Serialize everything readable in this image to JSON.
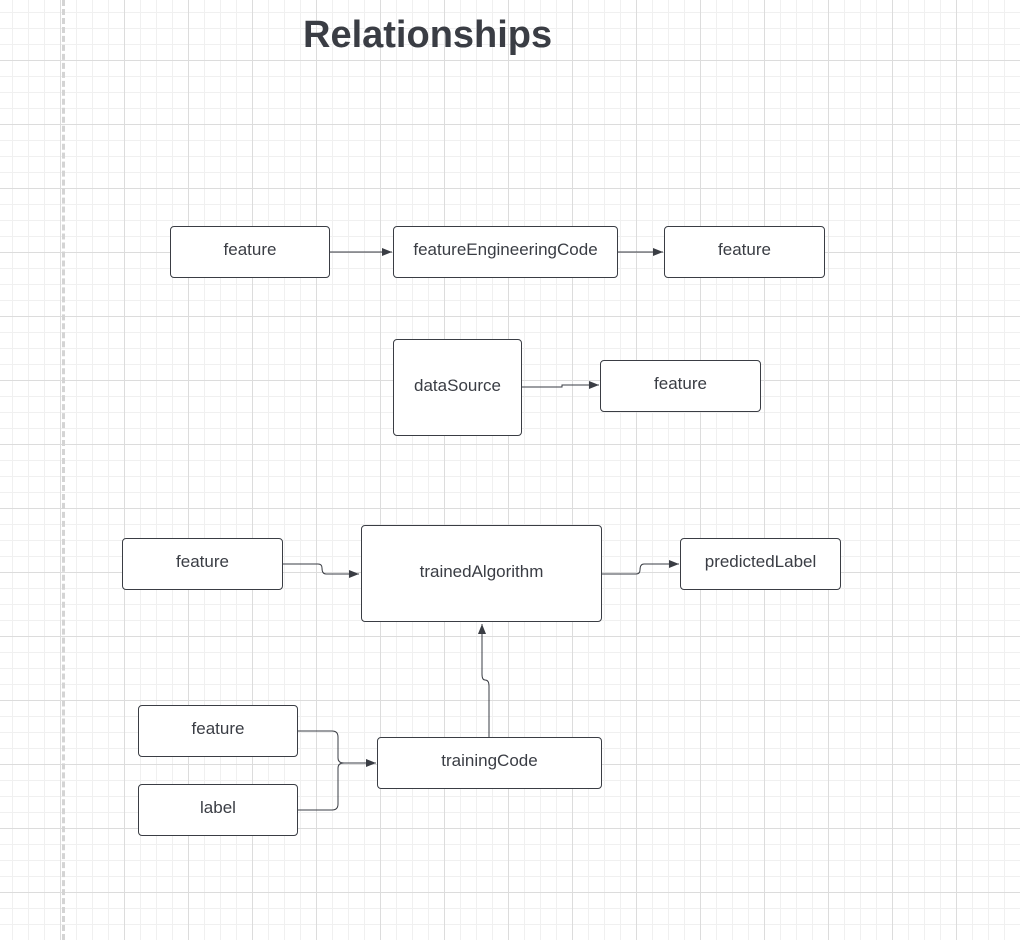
{
  "title": "Relationships",
  "nodes": {
    "feature_1": "feature",
    "feature_engineering_code": "featureEngineeringCode",
    "feature_2": "feature",
    "data_source": "dataSource",
    "feature_3": "feature",
    "feature_4": "feature",
    "trained_algorithm": "trainedAlgorithm",
    "predicted_label": "predictedLabel",
    "feature_5": "feature",
    "label": "label",
    "training_code": "trainingCode"
  },
  "colors": {
    "stroke": "#3a3d44",
    "text": "#3a3d44",
    "grid_major": "#dcdcdc",
    "grid_minor": "#f0f0f0"
  }
}
